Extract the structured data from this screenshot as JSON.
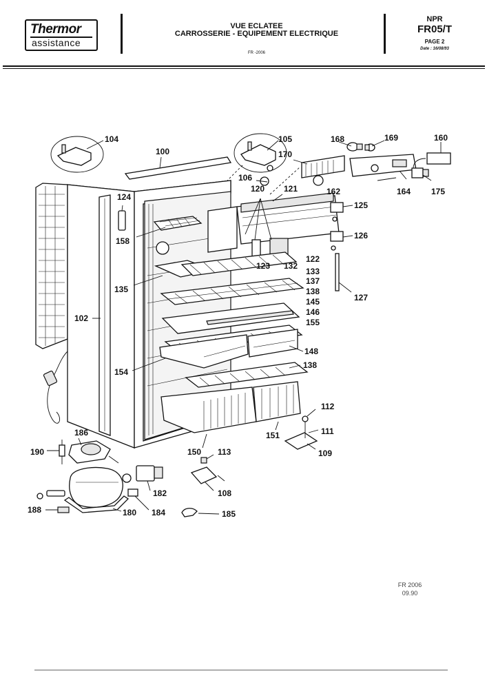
{
  "header": {
    "brand_main": "Thermor",
    "brand_sub": "assistance",
    "title_line1": "VUE ECLATEE",
    "title_line2": "CARROSSERIE - EQUIPEMENT ELECTRIQUE",
    "doc_code": "FR -2006",
    "series": "NPR",
    "model": "FR05/T",
    "page": "PAGE 2",
    "date": "Date : 16/08/93"
  },
  "diagram": {
    "labels": {
      "p100": "100",
      "p102": "102",
      "p104": "104",
      "p105": "105",
      "p106": "106",
      "p108": "108",
      "p109": "109",
      "p111": "111",
      "p112": "112",
      "p113": "113",
      "p120": "120",
      "p121": "121",
      "p122": "122",
      "p123": "123",
      "p124": "124",
      "p125": "125",
      "p126": "126",
      "p127": "127",
      "p132": "132",
      "p133": "133",
      "p135": "135",
      "p137": "137",
      "p138a": "138",
      "p138b": "138",
      "p145": "145",
      "p146": "146",
      "p148": "148",
      "p150": "150",
      "p151": "151",
      "p154": "154",
      "p155": "155",
      "p158": "158",
      "p160": "160",
      "p162": "162",
      "p164": "164",
      "p168": "168",
      "p169": "169",
      "p170": "170",
      "p175": "175",
      "p180": "180",
      "p182": "182",
      "p184": "184",
      "p185": "185",
      "p186": "186",
      "p188": "188",
      "p190": "190"
    }
  },
  "footer": {
    "code": "FR 2006",
    "date": "09.90"
  }
}
